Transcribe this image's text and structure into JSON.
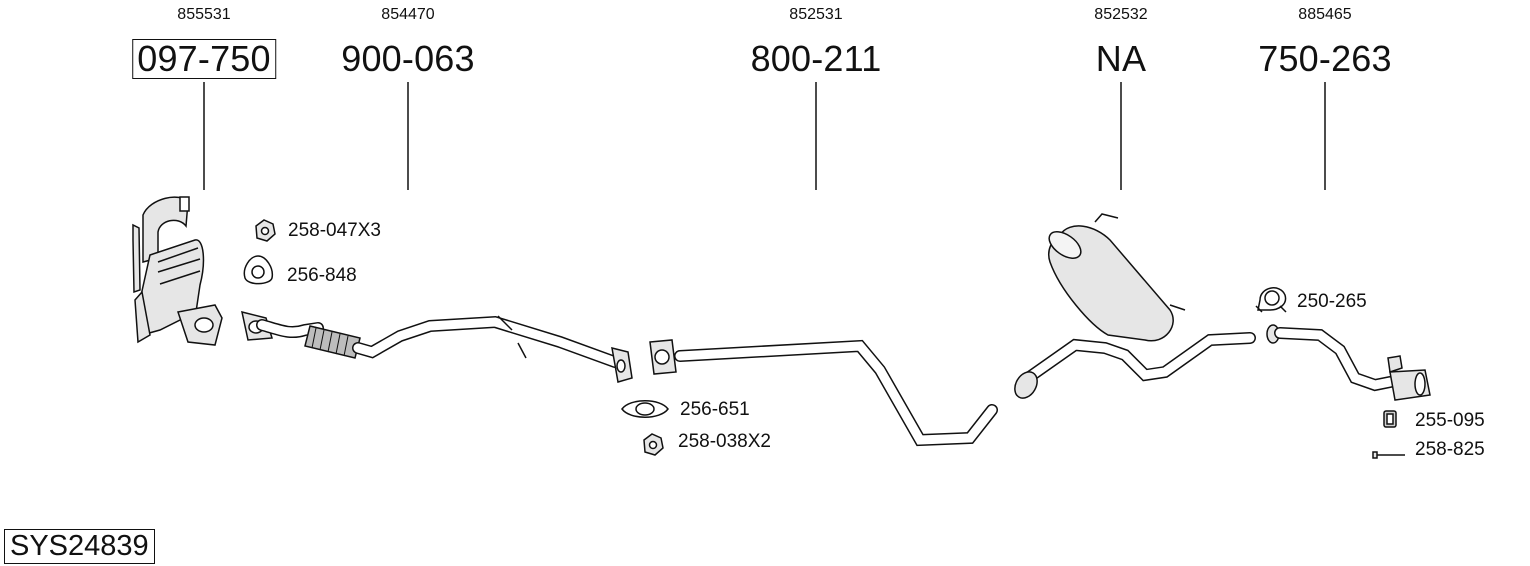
{
  "top_parts": [
    {
      "ref": "855531",
      "part": "097-750"
    },
    {
      "ref": "854470",
      "part": "900-063"
    },
    {
      "ref": "852531",
      "part": "800-211"
    },
    {
      "ref": "852532",
      "part": "NA"
    },
    {
      "ref": "885465",
      "part": "750-263"
    }
  ],
  "small_parts": [
    {
      "label": "258-047X3",
      "icon": "nut-icon"
    },
    {
      "label": "256-848",
      "icon": "gasket-icon"
    },
    {
      "label": "256-651",
      "icon": "gasket-icon"
    },
    {
      "label": "258-038X2",
      "icon": "nut-icon"
    },
    {
      "label": "250-265",
      "icon": "clamp-icon"
    },
    {
      "label": "255-095",
      "icon": "rubber-mount-icon"
    },
    {
      "label": "258-825",
      "icon": "bolt-icon"
    }
  ],
  "system_id": "SYS24839"
}
